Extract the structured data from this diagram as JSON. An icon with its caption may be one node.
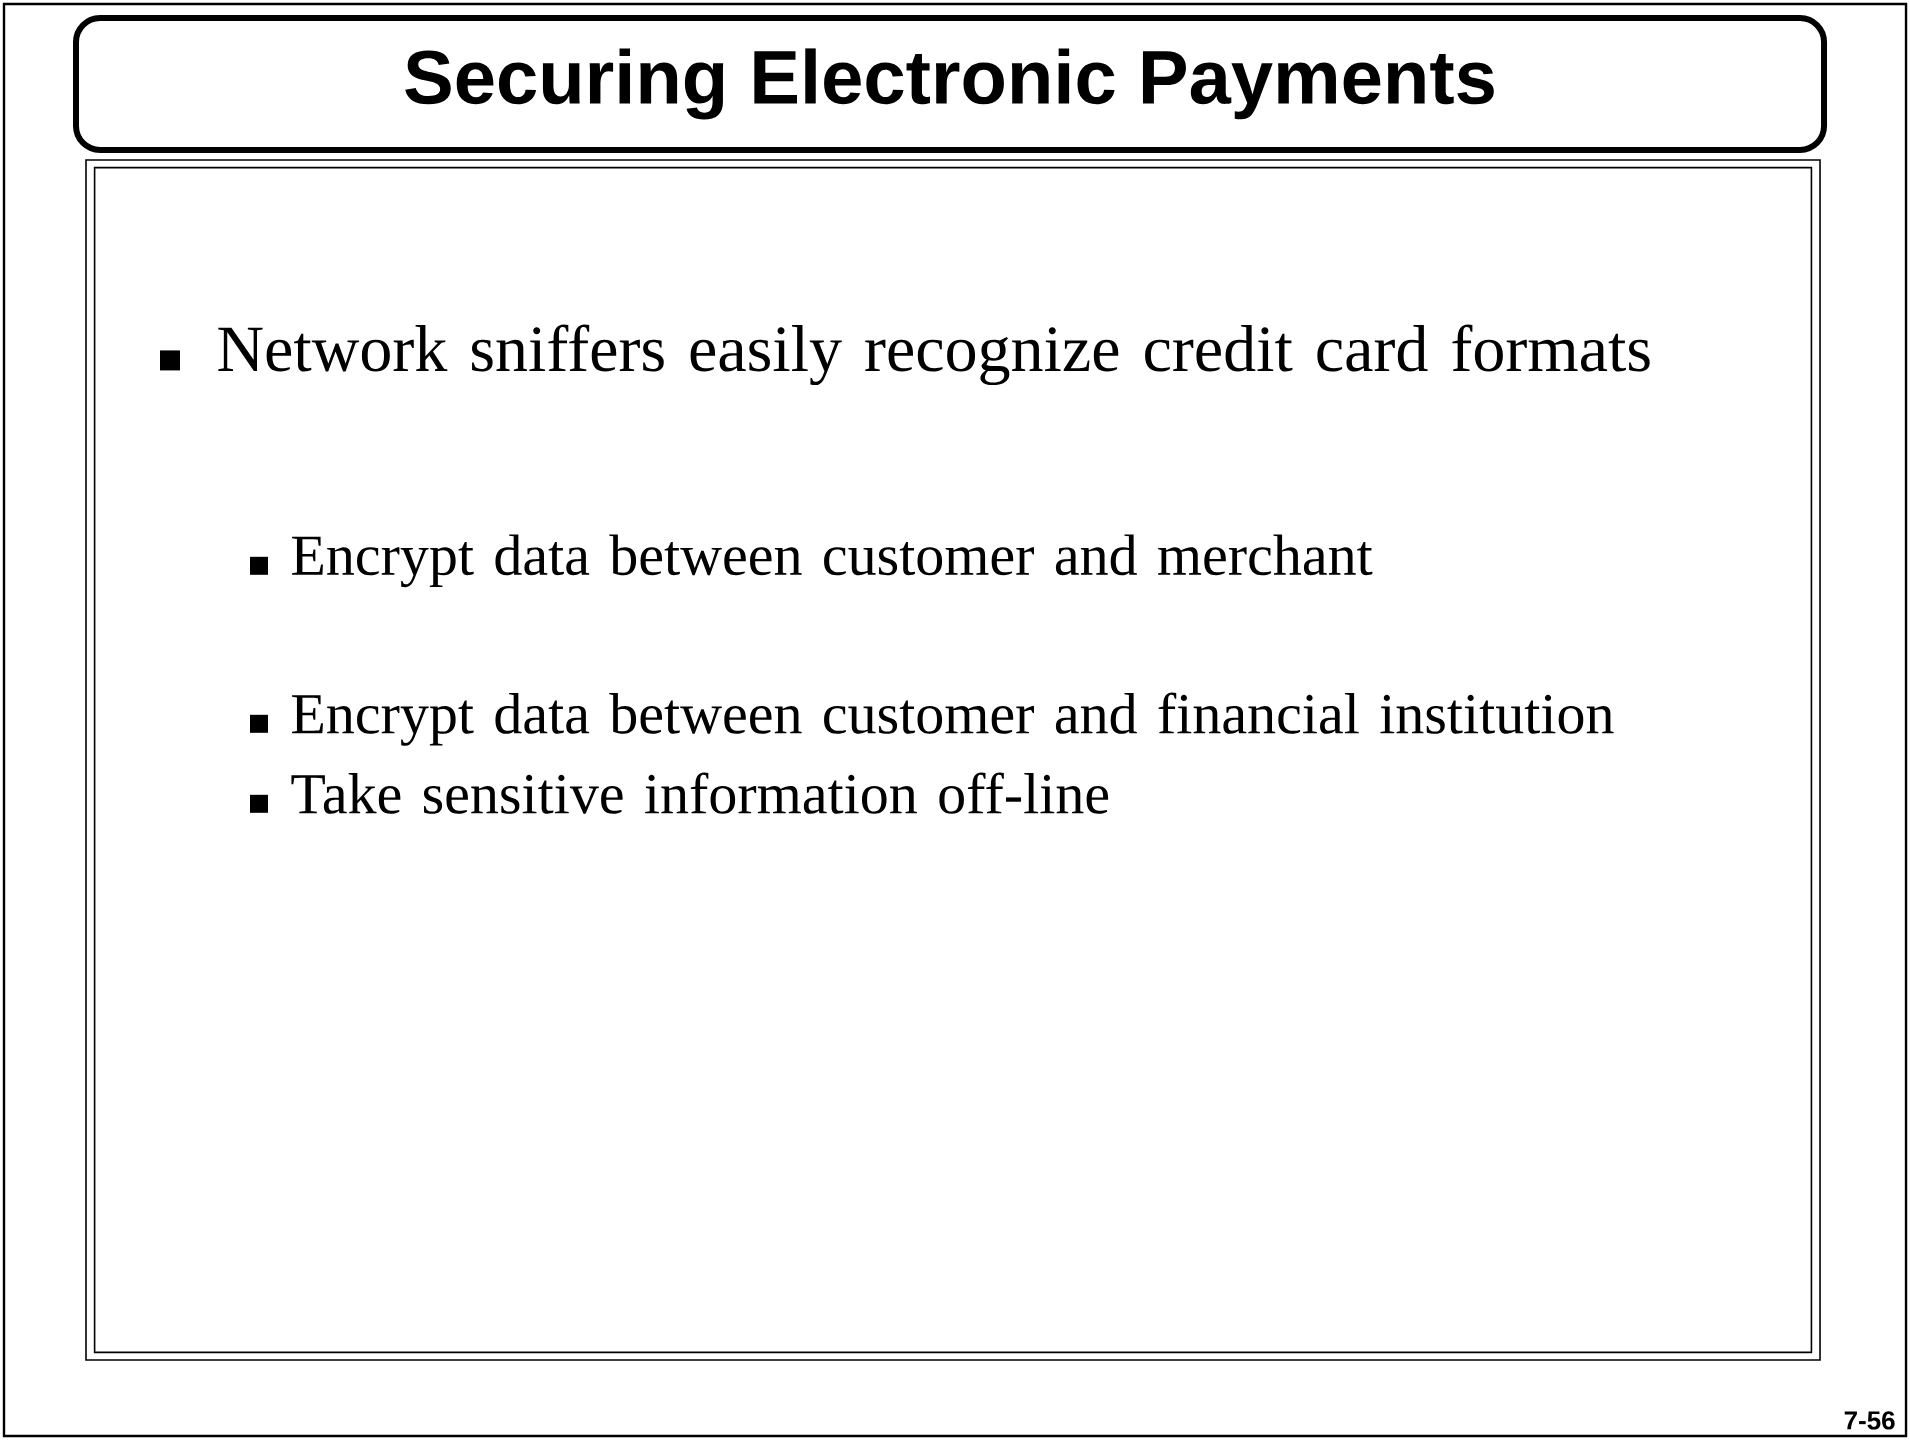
{
  "diagram": {
    "nodes": [
      {
        "text": [
          "Securing Electronic Payments"
        ]
      },
      {
        "text": [
          "Network sniffers easily recognize credit card formats",
          "Encrypt data between customer and merchant",
          "Encrypt data between customer and financial institution",
          "Take sensitive information off-line"
        ]
      }
    ],
    "labels": [
      "7-56"
    ]
  }
}
